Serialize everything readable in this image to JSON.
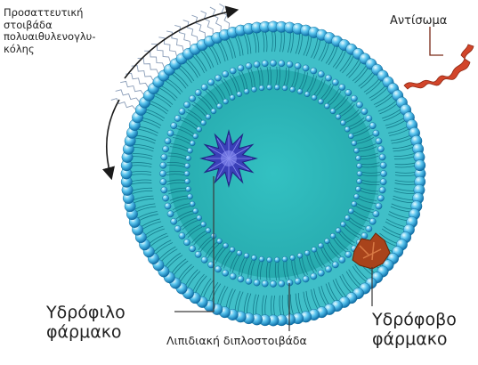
{
  "labels": {
    "peg_lines": [
      "Προσαττευτική",
      "στοιβάδα",
      "πολυαιθυλενογλυ-",
      "κόλης"
    ],
    "antibody": "Αντίσωμα",
    "hydrophilic_drug_lines": [
      "Υδρόφιλο",
      "φάρμακο"
    ],
    "hydrophobic_drug_lines": [
      "Υδρόφοβο",
      "φάρμακο"
    ],
    "lipid_bilayer": "Λιπιδιακή διπλοστοιβάδα"
  },
  "colors": {
    "lipid_head": "#1b8fc4",
    "lipid_head_light": "#6fd0f2",
    "bilayer_band": "#3fbfc9",
    "core": "#2ab5b5",
    "tail": "#0d6f80",
    "hydrophilic_drug": "#3a3fb8",
    "hydrophobic_drug": "#a8431b",
    "antibody": "#d2452a",
    "peg": "#8a9db8",
    "arrow": "#1a1a1a"
  }
}
